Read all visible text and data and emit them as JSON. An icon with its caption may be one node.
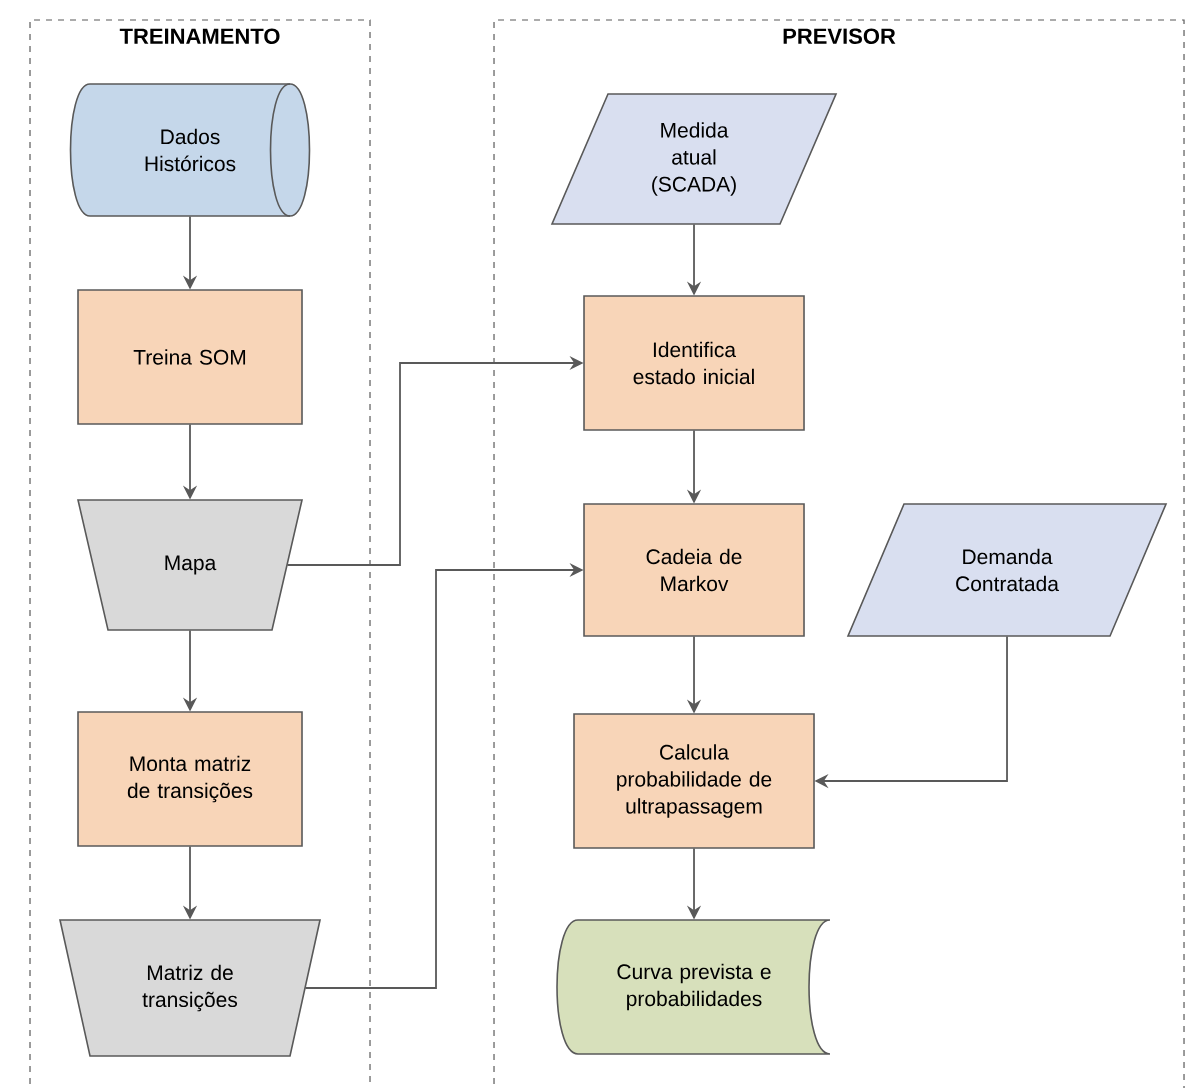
{
  "diagram": {
    "nodes": [
      {
        "text": [
          "TREINAMENTO"
        ]
      },
      {
        "text": [
          "Dados Históricos"
        ],
        "in": 0
      },
      {
        "text": [
          "Treina SOM"
        ],
        "in": 0
      },
      {
        "text": [
          "Mapa"
        ],
        "in": 0
      },
      {
        "text": [
          "Monta matriz de transições"
        ],
        "in": 0
      },
      {
        "text": [
          "Matriz de transições"
        ],
        "in": 0
      },
      {
        "text": [
          "PREVISOR"
        ]
      },
      {
        "text": [
          "Medida atual (SCADA)"
        ],
        "in": 6
      },
      {
        "text": [
          "Identifica estado inicial"
        ],
        "in": 6
      },
      {
        "text": [
          "Cadeia de Markov"
        ],
        "in": 6
      },
      {
        "text": [
          "Demanda Contratada"
        ],
        "in": 6
      },
      {
        "text": [
          "Calcula probabilidade de ultrapassagem"
        ],
        "in": 6
      },
      {
        "text": [
          "Curva prevista e probabilidades"
        ],
        "in": 6
      }
    ],
    "edges": [
      {
        "from": 1,
        "to": 2,
        "arrow": "to"
      },
      {
        "from": 2,
        "to": 3,
        "arrow": "to"
      },
      {
        "from": 3,
        "to": 4,
        "arrow": "to"
      },
      {
        "from": 4,
        "to": 5,
        "arrow": "to"
      },
      {
        "from": 3,
        "to": 8,
        "arrow": "to"
      },
      {
        "from": 5,
        "to": 9,
        "arrow": "to"
      },
      {
        "from": 7,
        "to": 8,
        "arrow": "to"
      },
      {
        "from": 8,
        "to": 9,
        "arrow": "to"
      },
      {
        "from": 9,
        "to": 11,
        "arrow": "to"
      },
      {
        "from": 10,
        "to": 11,
        "arrow": "to"
      },
      {
        "from": 11,
        "to": 12,
        "arrow": "to"
      }
    ]
  }
}
